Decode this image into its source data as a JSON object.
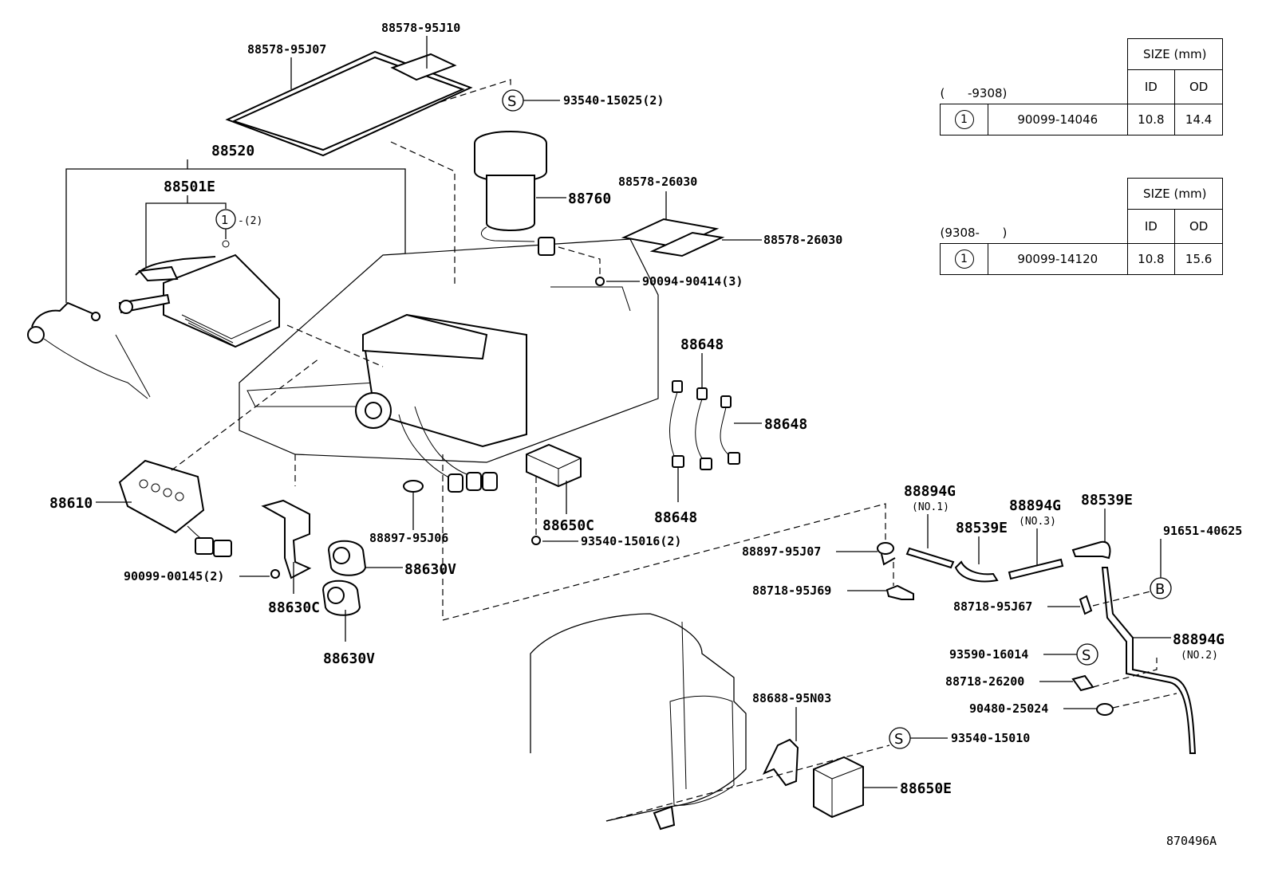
{
  "diagram_id": "870496A",
  "callouts": {
    "p88578_95j07": "88578-95J07",
    "p88578_95j10": "88578-95J10",
    "p93540_15025": "93540-15025(2)",
    "p88520": "88520",
    "p88501e": "88501E",
    "ring_qty": "-(2)",
    "p88760": "88760",
    "p88578_26030_a": "88578-26030",
    "p88578_26030_b": "88578-26030",
    "p90094_90414": "90094-90414(3)",
    "p88648_top": "88648",
    "p88648_right": "88648",
    "p88648_bottom": "88648",
    "p88610": "88610",
    "p90099_00145": "90099-00145(2)",
    "p88630c": "88630C",
    "p88630v_a": "88630V",
    "p88630v_b": "88630V",
    "p88897_95j06": "88897-95J06",
    "p88650c": "88650C",
    "p93540_15016": "93540-15016(2)",
    "p88894g_no1": "88894G",
    "p88894g_no1_sub": "(NO.1)",
    "p88894g_no3": "88894G",
    "p88894g_no3_sub": "(NO.3)",
    "p88539e_a": "88539E",
    "p88539e_b": "88539E",
    "p91651_40625": "91651-40625",
    "p88897_95j07": "88897-95J07",
    "p88718_95j69": "88718-95J69",
    "p88718_95j67": "88718-95J67",
    "p88894g_no2": "88894G",
    "p88894g_no2_sub": "(NO.2)",
    "p93590_16014": "93590-16014",
    "p88718_26200": "88718-26200",
    "p90480_25024": "90480-25024",
    "p88688_95n03": "88688-95N03",
    "p93540_15010": "93540-15010",
    "p88650e": "88650E"
  },
  "symbols": {
    "s_letter": "S",
    "b_letter": "B",
    "one": "1"
  },
  "tables": [
    {
      "header": "SIZE (mm)",
      "col_id": "ID",
      "col_od": "OD",
      "period": "(      -9308)",
      "symbol": "1",
      "part": "90099-14046",
      "id": "10.8",
      "od": "14.4"
    },
    {
      "header": "SIZE (mm)",
      "col_id": "ID",
      "col_od": "OD",
      "period": "(9308-      )",
      "symbol": "1",
      "part": "90099-14120",
      "id": "10.8",
      "od": "15.6"
    }
  ]
}
